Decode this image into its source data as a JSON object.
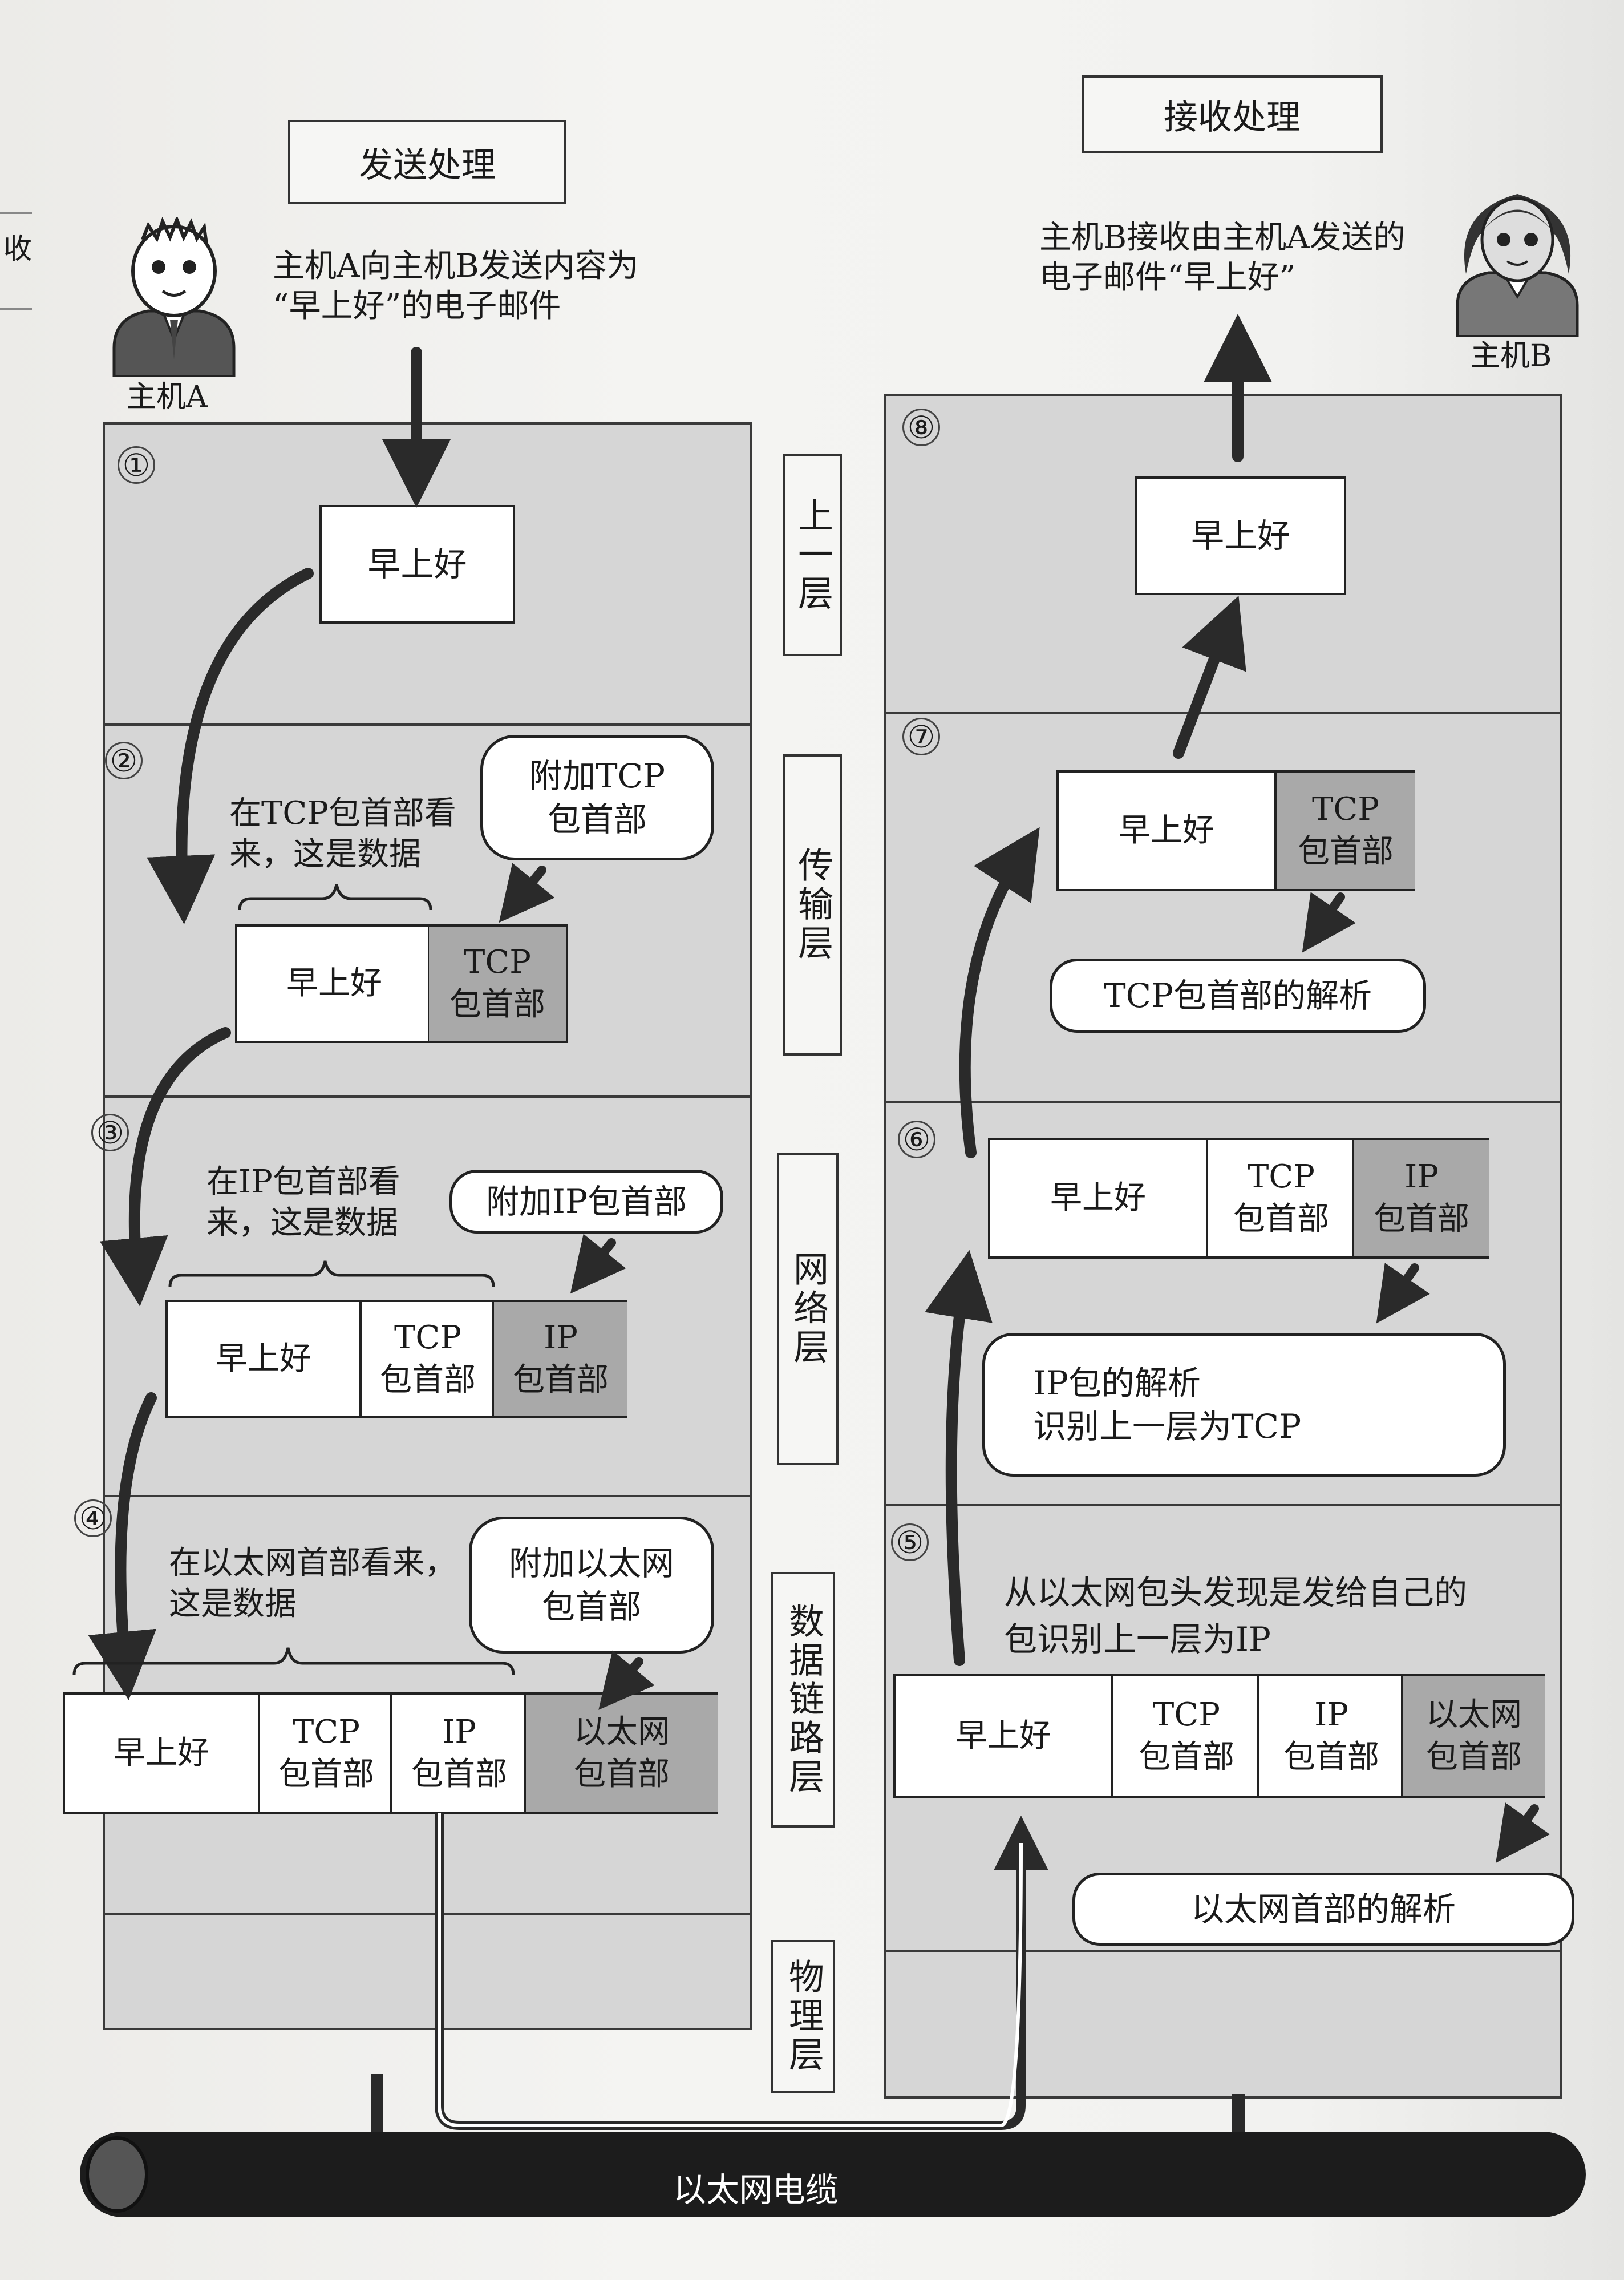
{
  "margin_text": "收",
  "sender": {
    "title": "发送处理",
    "host_label": "主机A",
    "desc": "主机A向主机B发送内容为\n“早上好”的电子邮件"
  },
  "receiver": {
    "title": "接收处理",
    "host_label": "主机B",
    "desc": "主机B接收由主机A发送的\n电子邮件“早上好”"
  },
  "layers": {
    "upper": "上一层",
    "transport": "传输层",
    "network": "网络层",
    "datalink": "数据链路层",
    "physical": "物理层"
  },
  "steps": {
    "s1": "①",
    "s2": "②",
    "s3": "③",
    "s4": "④",
    "s5": "⑤",
    "s6": "⑥",
    "s7": "⑦",
    "s8": "⑧"
  },
  "packet": {
    "data": "早上好",
    "tcp": "TCP\n包首部",
    "ip": "IP\n包首部",
    "eth": "以太网\n包首部"
  },
  "send_notes": {
    "tcp_view": "在TCP包首部看\n来，这是数据",
    "add_tcp": "附加TCP\n包首部",
    "ip_view": "在IP包首部看\n来，这是数据",
    "add_ip": "附加IP包首部",
    "eth_view": "在以太网首部看来，\n这是数据",
    "add_eth": "附加以太网\n包首部"
  },
  "recv_notes": {
    "tcp_parse": "TCP包首部的解析",
    "ip_parse": "IP包的解析\n识别上一层为TCP",
    "eth_find": "从以太网包头发现是发给自己的\n包识别上一层为IP",
    "eth_parse": "以太网首部的解析"
  },
  "cable": "以太网电缆"
}
